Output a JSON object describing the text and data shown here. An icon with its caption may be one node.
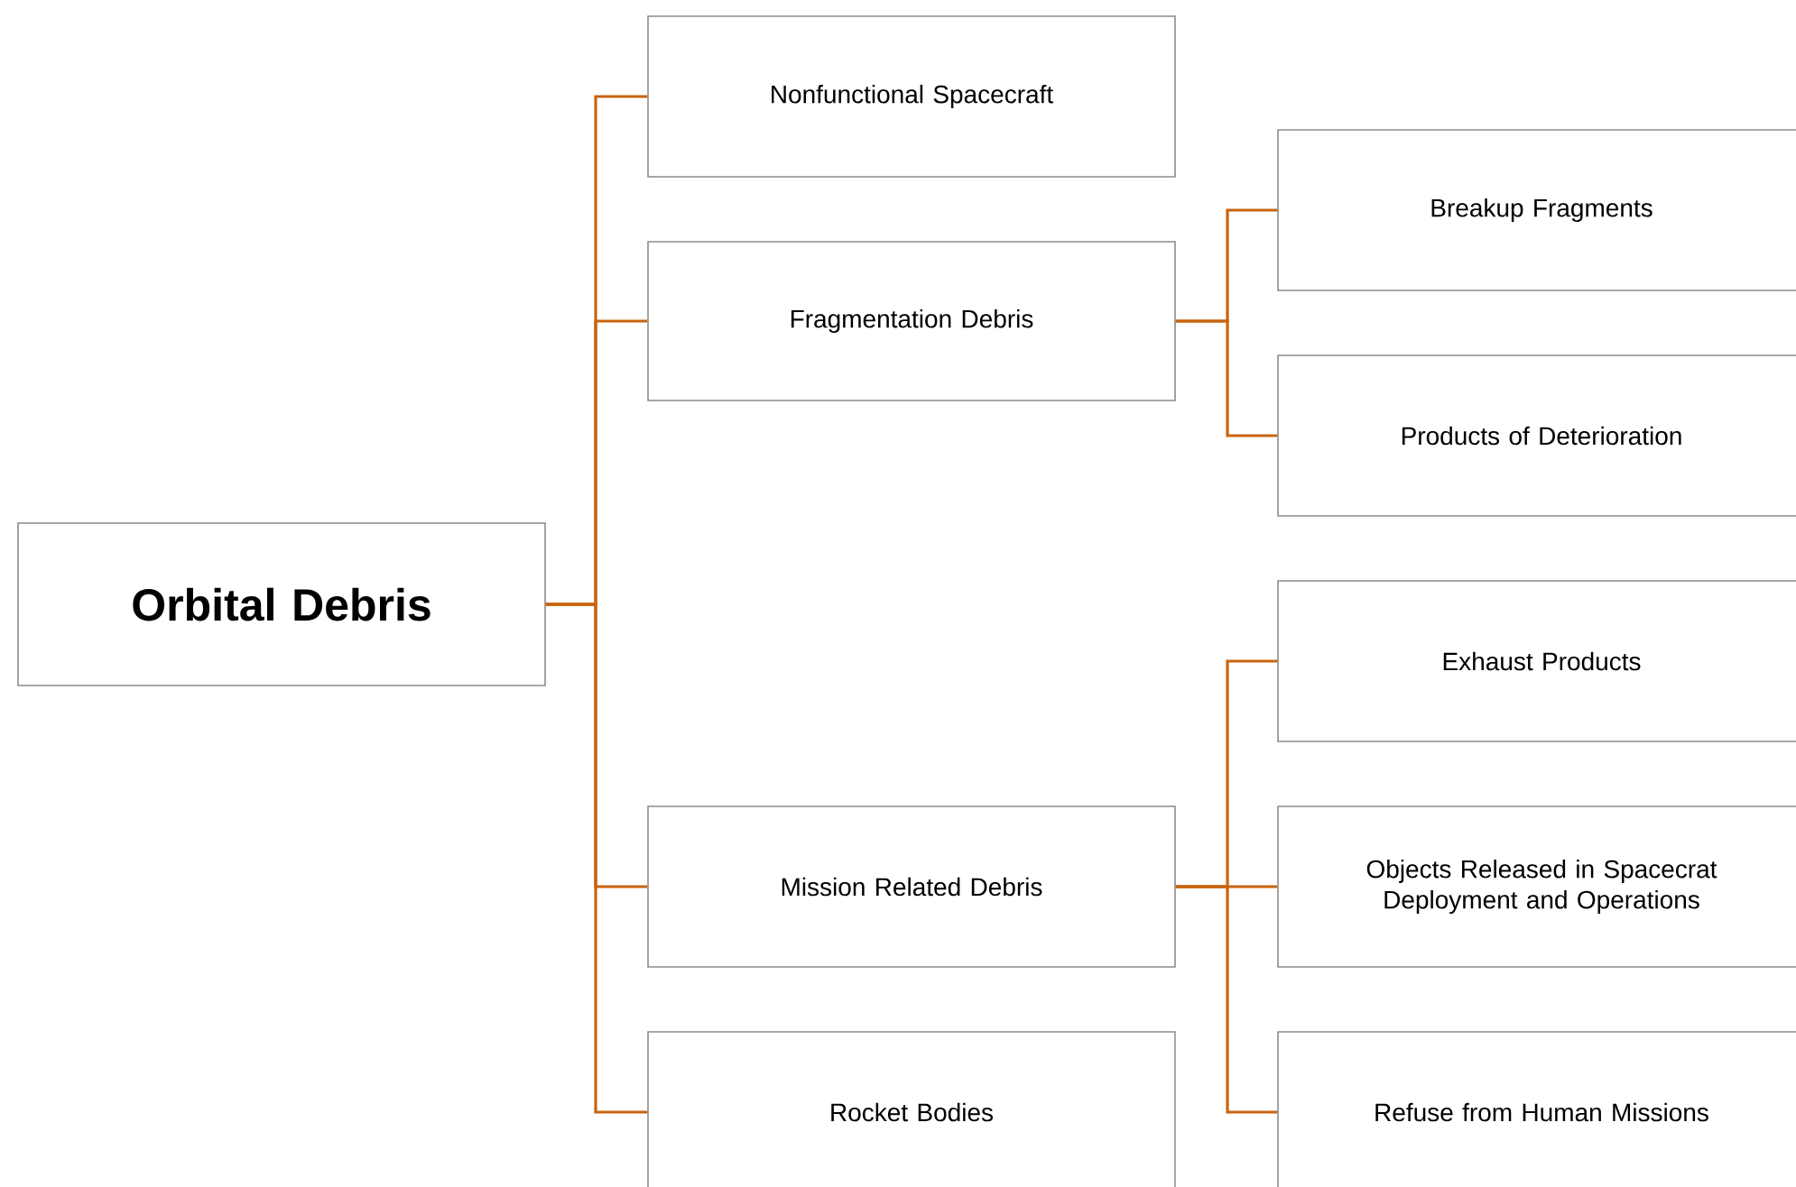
{
  "diagram": {
    "nodes": [
      {
        "text": [
          "Orbital Debris"
        ]
      },
      {
        "text": [
          "Nonfunctional Spacecraft"
        ]
      },
      {
        "text": [
          "Fragmentation Debris"
        ]
      },
      {
        "text": [
          "Breakup Fragments"
        ]
      },
      {
        "text": [
          "Products of Deterioration"
        ]
      },
      {
        "text": [
          "Mission Related Debris"
        ]
      },
      {
        "text": [
          "Exhaust Products"
        ]
      },
      {
        "text": [
          "Objects Released in Spacecrat Deployment and Operations"
        ]
      },
      {
        "text": [
          "Refuse from Human Missions"
        ]
      },
      {
        "text": [
          "Rocket Bodies"
        ]
      }
    ],
    "edges": [
      {
        "from": 0,
        "to": 1,
        "arrow": "none"
      },
      {
        "from": 0,
        "to": 2,
        "arrow": "none"
      },
      {
        "from": 0,
        "to": 5,
        "arrow": "none"
      },
      {
        "from": 0,
        "to": 9,
        "arrow": "none"
      },
      {
        "from": 2,
        "to": 3,
        "arrow": "none"
      },
      {
        "from": 2,
        "to": 4,
        "arrow": "none"
      },
      {
        "from": 5,
        "to": 6,
        "arrow": "none"
      },
      {
        "from": 5,
        "to": 7,
        "arrow": "none"
      },
      {
        "from": 5,
        "to": 8,
        "arrow": "none"
      }
    ]
  }
}
